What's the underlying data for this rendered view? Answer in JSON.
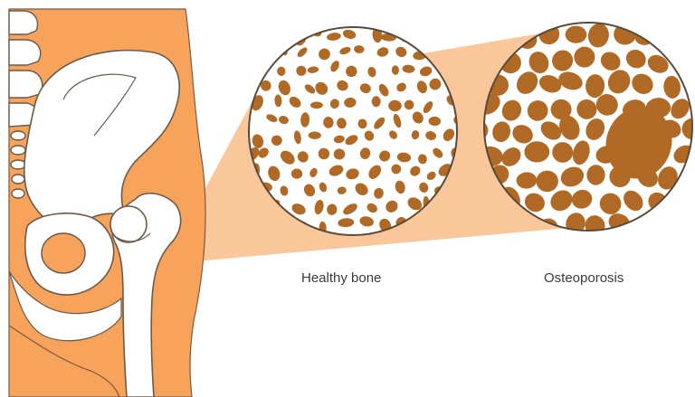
{
  "labels": {
    "healthy": "Healthy bone",
    "osteoporosis": "Osteoporosis"
  },
  "colors": {
    "skin": "#f7a35c",
    "zoom_beam": "#f9c79a",
    "bone": "#ffffff",
    "bone_outline": "#8a6a4a",
    "trabecular": "#b06a26",
    "outline": "#5a4a3a"
  },
  "icons": [
    "pelvis-hip-illustration",
    "magnifier-beam",
    "healthy-bone-disc",
    "osteoporosis-bone-disc"
  ]
}
